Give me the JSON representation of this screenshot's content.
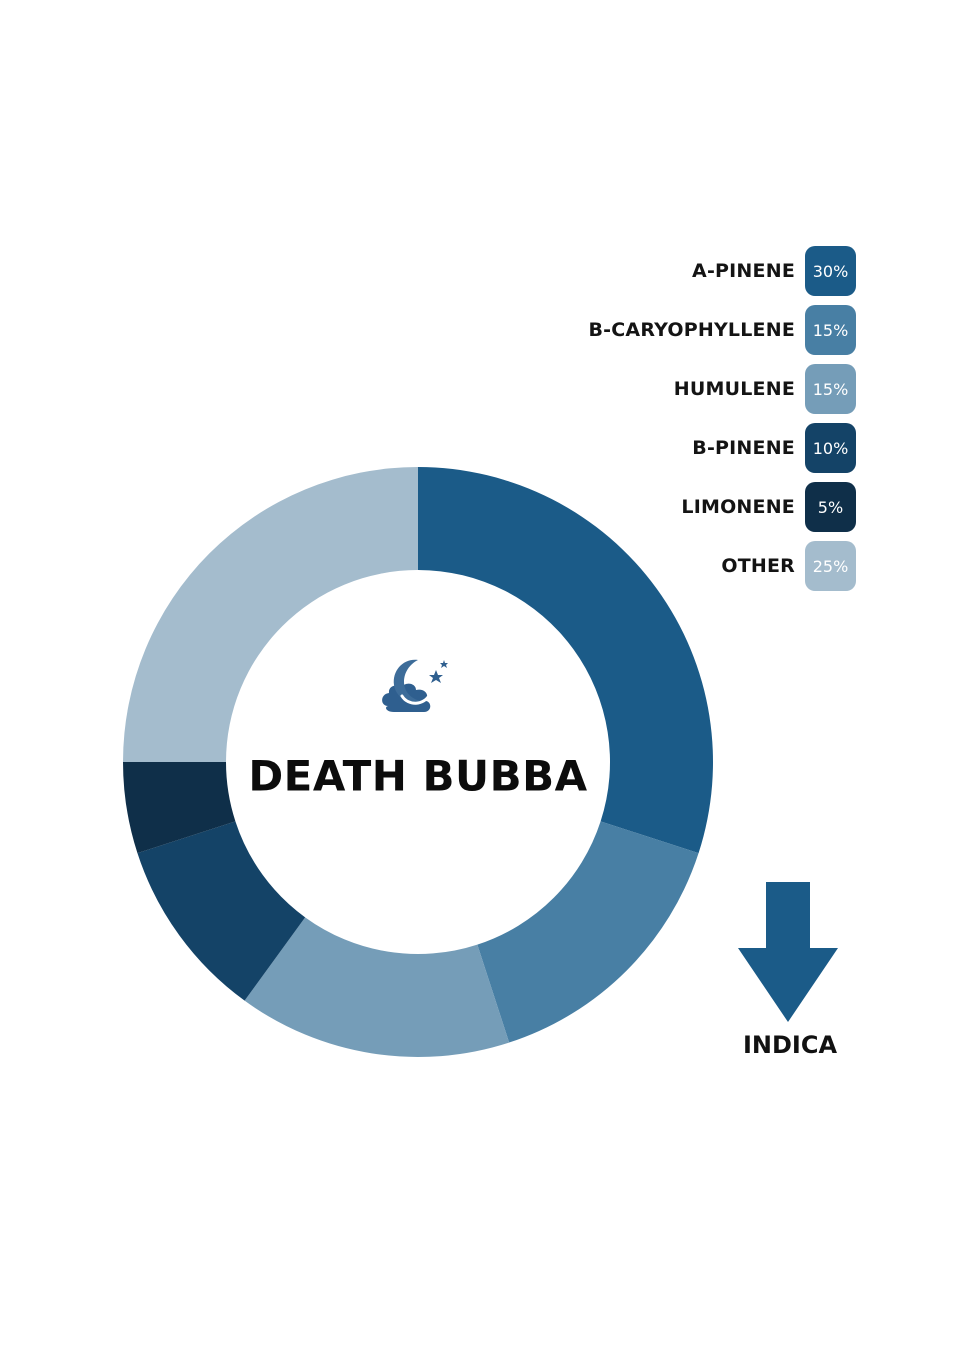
{
  "strain": {
    "name": "DEATH BUBBA",
    "type_label": "INDICA"
  },
  "icons": {
    "logo": "moon-cloud-logo-icon",
    "arrow": "down-arrow-icon"
  },
  "colors": {
    "arrow": "#1b5b88",
    "logo": "#2f5f8f"
  },
  "chart_data": {
    "type": "pie",
    "style": "donut",
    "categories": [
      "A-PINENE",
      "B-CARYOPHYLLENE",
      "HUMULENE",
      "B-PINENE",
      "LIMONENE",
      "OTHER"
    ],
    "values": [
      30,
      15,
      15,
      10,
      5,
      25
    ],
    "value_labels": [
      "30%",
      "15%",
      "15%",
      "10%",
      "5%",
      "25%"
    ],
    "colors": [
      "#1b5b88",
      "#487fa4",
      "#759db8",
      "#144367",
      "#0f2f49",
      "#a4bccd"
    ],
    "legend_position": "top-right",
    "start_angle": "12 o'clock",
    "direction": "clockwise"
  }
}
